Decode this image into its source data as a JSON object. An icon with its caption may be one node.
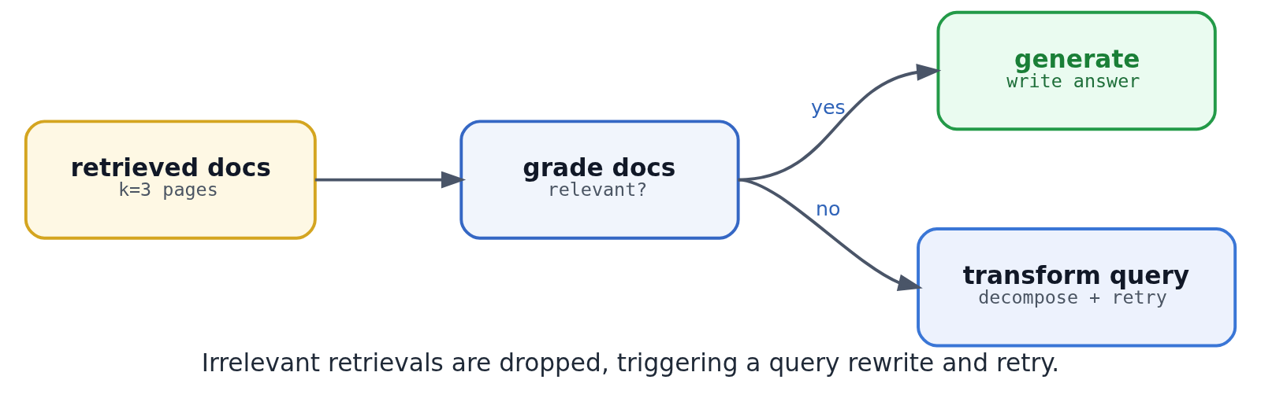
{
  "diagram": {
    "caption": "Irrelevant retrievals are dropped, triggering a query rewrite and retry.",
    "nodes": [
      {
        "text": [
          "retrieved docs",
          "k=3 pages"
        ]
      },
      {
        "text": [
          "grade docs",
          "relevant?"
        ]
      },
      {
        "text": [
          "generate",
          "write answer"
        ]
      },
      {
        "text": [
          "transform query",
          "decompose + retry"
        ]
      }
    ],
    "edges": [
      {
        "from": 0,
        "to": 1,
        "arrow": "to"
      },
      {
        "from": 1,
        "to": 2,
        "arrow": "to",
        "label": "yes"
      },
      {
        "from": 1,
        "to": 3,
        "arrow": "to",
        "label": "no"
      }
    ]
  }
}
